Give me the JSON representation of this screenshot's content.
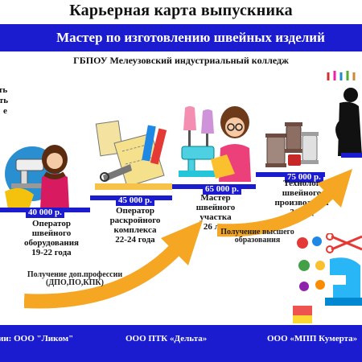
{
  "header": {
    "title": "Карьерная карта выпускника",
    "profession": "Мастер по изготовлению швейных изделий",
    "college": "ГБПОУ Мелеузовский индустриальный колледж"
  },
  "left_cutoff_lines": [
    "ть",
    "сть",
    "е"
  ],
  "steps": [
    {
      "salary": "40 000 р.",
      "lines": [
        "Оператор",
        "швейного",
        "оборудования",
        "19-22 года"
      ]
    },
    {
      "salary": "45 000 р.",
      "lines": [
        "Оператор",
        "раскройного",
        "комплекса",
        "22-24 года"
      ]
    },
    {
      "salary": "65 000 р.",
      "lines": [
        "Мастер",
        "швейного",
        "участка",
        "26 лет"
      ]
    },
    {
      "salary": "75 000 р.",
      "lines": [
        "Технолог",
        "швейного",
        "производства",
        "31 год"
      ]
    }
  ],
  "arrows": {
    "first_label": [
      "Получение доп.профессии",
      "(ДПО,ПО,КПК)"
    ],
    "second_label": [
      "Получение высшего",
      "образования"
    ]
  },
  "employers": {
    "left": "ии: ООО \"Ликом\"",
    "middle": "ООО ПТК «Дельта»",
    "right": "ООО «МПП Кумерта»"
  },
  "colors": {
    "primary_blue": "#1b1bd0",
    "arrow_orange": "#f5a623",
    "background": "#ffffff"
  },
  "icons": [
    "sewing-machine-icon",
    "worker-woman-icon",
    "fabric-rolls-icon",
    "mannequin-icon",
    "thread-spools-icon",
    "buttons-icon",
    "scissors-icon"
  ]
}
